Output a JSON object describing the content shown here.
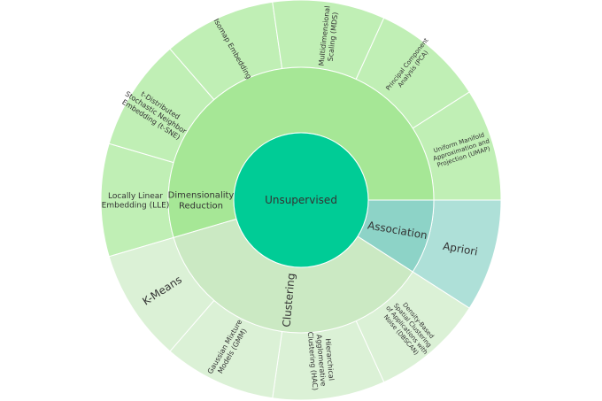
{
  "chart_data": {
    "type": "sunburst",
    "root": {
      "label": "Unsupervised",
      "color": "#00cc96"
    },
    "children": [
      {
        "label": "Dimensionality\nReduction",
        "color": "#a6e796",
        "children": [
          {
            "label": "Locally Linear\nEmbedding (LLE)",
            "color": "#c0efb5"
          },
          {
            "label": "t-Distributed\nStochastic Neighbor\nEmbedding (t-SNE)",
            "color": "#c0efb5"
          },
          {
            "label": "Isomap Embedding",
            "color": "#c0efb5"
          },
          {
            "label": "Multidimensional\nScaling (MDS)",
            "color": "#c0efb5"
          },
          {
            "label": "Principal Component\nAnalysis (PCA)",
            "color": "#c0efb5"
          },
          {
            "label": "Uniform Manifold\nApproximation and\nProjection (UMAP)",
            "color": "#c0efb5"
          }
        ]
      },
      {
        "label": "Association",
        "color": "#8dd3c7",
        "children": [
          {
            "label": "Apriori",
            "color": "#aee0d8"
          }
        ]
      },
      {
        "label": "Clustering",
        "color": "#cbe9c3",
        "children": [
          {
            "label": "Density-Based\nSpatial Clustering\nof Applications with\nNoise (DBSCAN)",
            "color": "#dbf1d6"
          },
          {
            "label": "Hierarchical\nAgglomerative\nClustering (HAC)",
            "color": "#dbf1d6"
          },
          {
            "label": "Gaussian Mixture\nModels (GMM)",
            "color": "#dbf1d6"
          },
          {
            "label": "K-Means",
            "color": "#dbf1d6"
          }
        ]
      }
    ]
  }
}
